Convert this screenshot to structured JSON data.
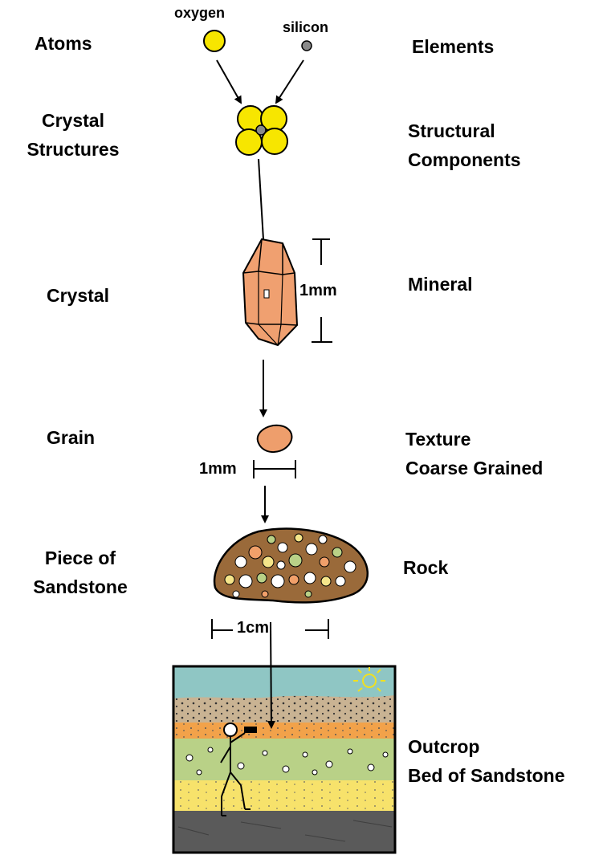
{
  "atom_labels": {
    "oxygen": "oxygen",
    "silicon": "silicon"
  },
  "left_labels": {
    "atoms": "Atoms",
    "crystal_structures": [
      "Crystal",
      "Structures"
    ],
    "crystal": "Crystal",
    "grain": "Grain",
    "piece_of_sandstone": [
      "Piece of",
      "Sandstone"
    ]
  },
  "right_labels": {
    "elements": "Elements",
    "structural_components": [
      "Structural",
      "Components"
    ],
    "mineral": "Mineral",
    "texture": [
      "Texture",
      "Coarse Grained"
    ],
    "rock": "Rock",
    "outcrop": [
      "Outcrop",
      "Bed of Sandstone"
    ]
  },
  "scales": {
    "crystal": "1mm",
    "grain": "1mm",
    "rock": "1cm"
  },
  "colors": {
    "oxygen": "#f7e600",
    "silicon": "#8a8a8a",
    "crystal": "#f0a070",
    "grain": "#ee9e6c",
    "sky": "#8fc6c4",
    "tan_layer": "#c9b393",
    "orange_layer": "#f2a24a",
    "green_layer": "#b9d187",
    "yellow_layer": "#f7e26b",
    "dark_layer": "#5a5a5a",
    "sun": "#f0e020"
  }
}
